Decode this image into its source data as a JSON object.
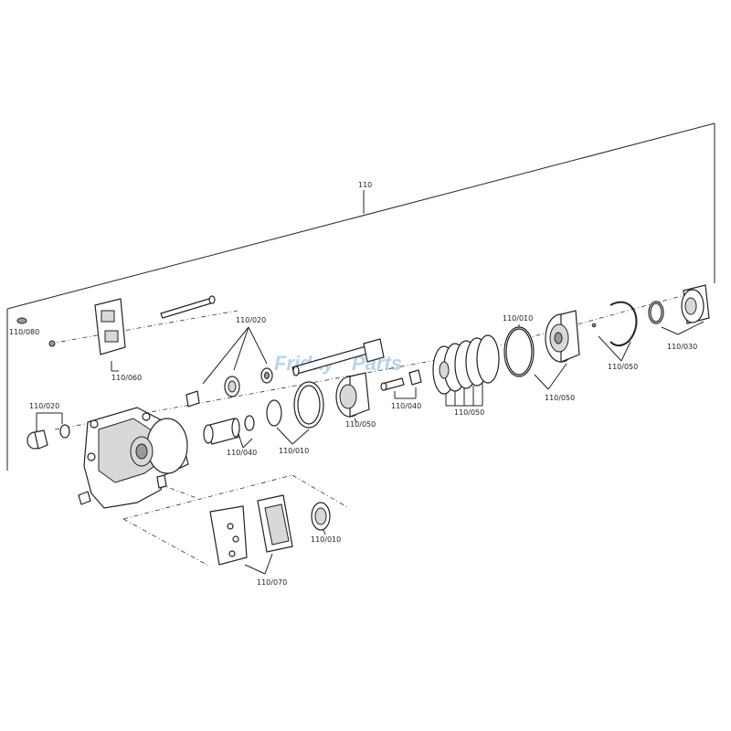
{
  "labels": {
    "group": "110",
    "c080": "110/080",
    "c060": "110/060",
    "c020_top": "110/020",
    "c020_left": "110/020",
    "c040_mid": "110/040",
    "c010_mid": "110/010",
    "c050_a": "110/050",
    "c040_b": "110/040",
    "c050_b": "110/050",
    "c010_top": "110/010",
    "c050_c": "110/050",
    "c050_d": "110/050",
    "c030": "110/030",
    "c070": "110/070",
    "c010_low": "110/010"
  },
  "watermark": {
    "text_a": "Friday",
    "text_b": "Parts"
  }
}
